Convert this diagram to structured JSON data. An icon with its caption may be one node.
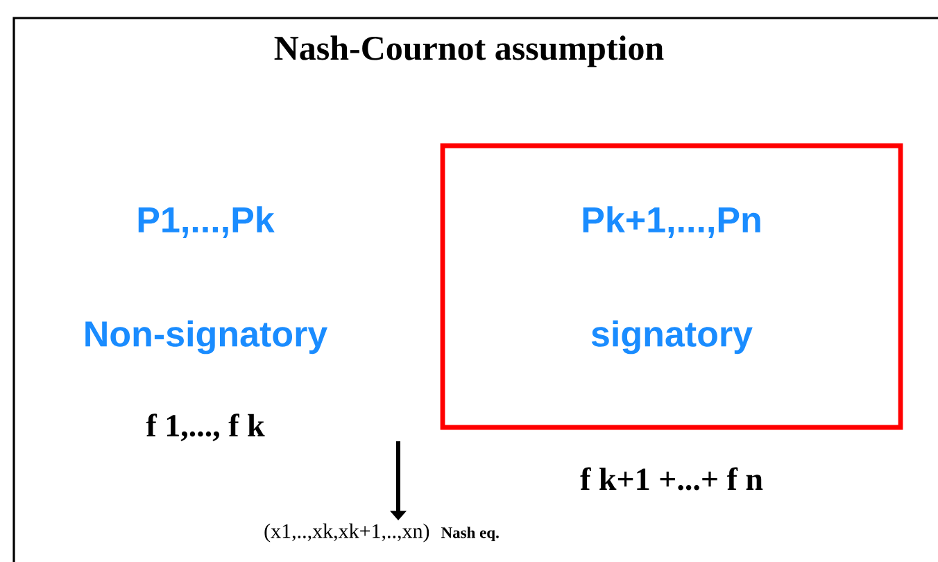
{
  "diagram": {
    "title": "Nash-Cournot assumption",
    "nodes": [
      {
        "text": [
          "Pk+1,...,Pn",
          "signatory"
        ],
        "beside": [
          "f k+1 +...+ f n"
        ]
      },
      {
        "text": [
          "(x1,..,xk,xk+1,..,xn)",
          "Nash eq."
        ]
      }
    ],
    "edges": [
      {
        "from": null,
        "to": 1,
        "arrow": "to"
      }
    ],
    "labels": [
      "P1,...,Pk",
      "Non-signatory",
      "f 1,..., f k"
    ]
  }
}
